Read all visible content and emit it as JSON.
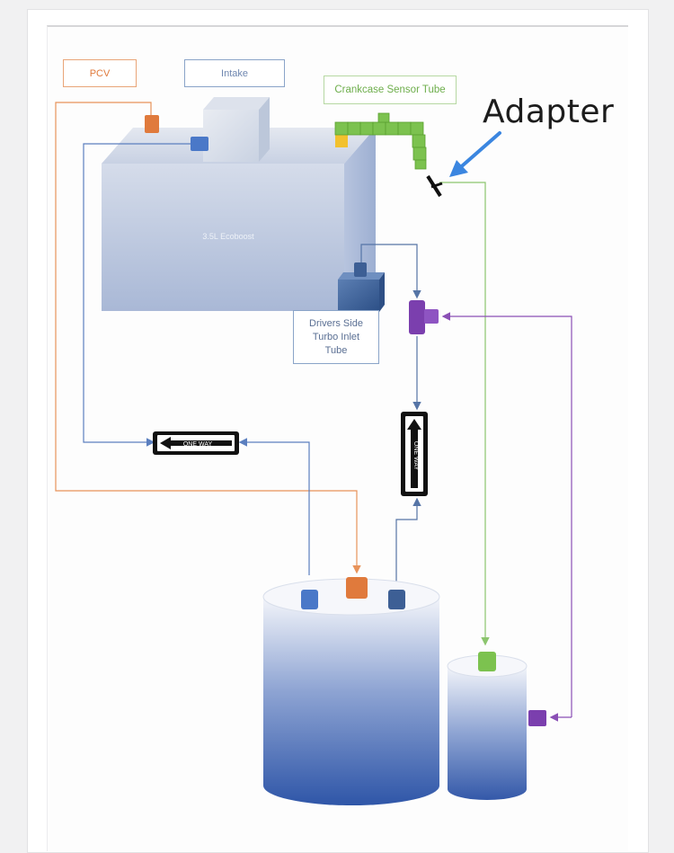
{
  "labels": {
    "pcv": "PCV",
    "intake": "Intake",
    "crankcase_sensor_tube": "Crankcase Sensor Tube",
    "adapter": "Adapter",
    "engine": "3.5L Ecoboost",
    "turbo_inlet": "Drivers Side\nTurbo Inlet\nTube"
  },
  "signs": {
    "one_way_horizontal": "ONE WAY",
    "one_way_vertical": "ONE WAY"
  },
  "colors": {
    "pcv_line": "#e8935a",
    "intake_line": "#5b7fbf",
    "sensor_line": "#8cc56e",
    "turbo_line": "#5574a6",
    "purple_line": "#8a4fb5",
    "adapter_arrow": "#3b86e0"
  }
}
